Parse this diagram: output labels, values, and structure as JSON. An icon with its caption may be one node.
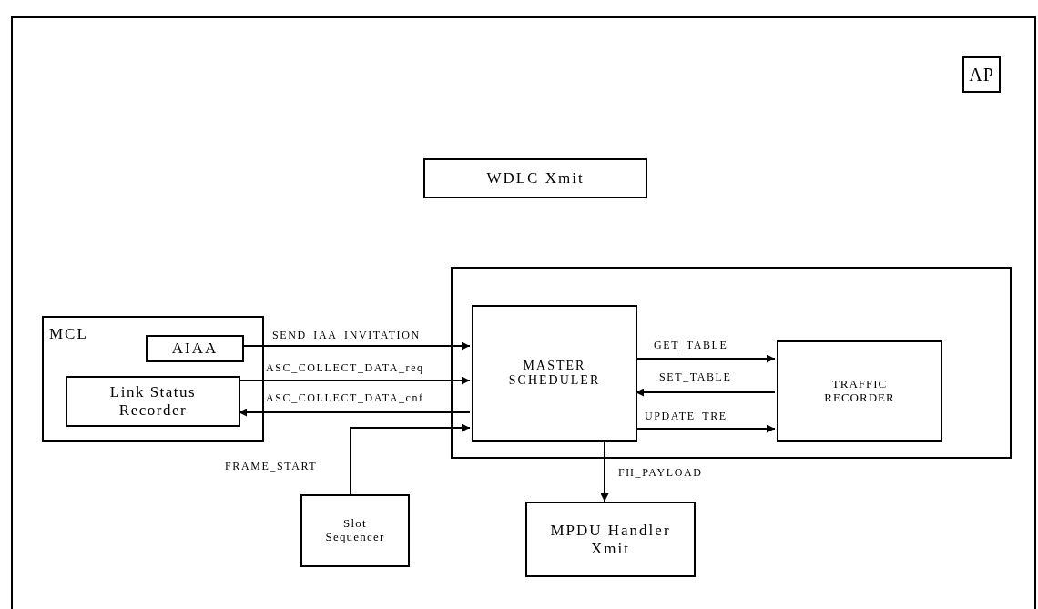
{
  "diagram": {
    "nodes": [
      {
        "text": [
          "AP"
        ]
      },
      {
        "text": [
          "WDLC Xmit"
        ]
      },
      {
        "text": [
          "MCL"
        ]
      },
      {
        "text": [
          "AIAA"
        ],
        "in": 2
      },
      {
        "text": [
          "Link Status Recorder"
        ],
        "in": 2
      },
      {
        "text": [],
        "shape": "box"
      },
      {
        "text": [
          "MASTER SCHEDULER"
        ],
        "in": 5
      },
      {
        "text": [
          "TRAFFIC RECORDER"
        ],
        "in": 5
      },
      {
        "text": [
          "Slot Sequencer"
        ]
      },
      {
        "text": [
          "MPDU Handler Xmit"
        ]
      }
    ],
    "edges": [
      {
        "from": 3,
        "to": 6,
        "arrow": "to",
        "label": "SEND_IAA_INVITATION"
      },
      {
        "from": 4,
        "to": 6,
        "arrow": "to",
        "label": "ASC_COLLECT_DATA_req"
      },
      {
        "from": 6,
        "to": 4,
        "arrow": "to",
        "label": "ASC_COLLECT_DATA_cnf"
      },
      {
        "from": 8,
        "to": 6,
        "arrow": "to",
        "label": "FRAME_START"
      },
      {
        "from": 6,
        "to": 7,
        "arrow": "to",
        "label": "GET_TABLE"
      },
      {
        "from": 7,
        "to": 6,
        "arrow": "to",
        "label": "SET_TABLE"
      },
      {
        "from": 6,
        "to": 7,
        "arrow": "to",
        "label": "UPDATE_TRE"
      },
      {
        "from": 6,
        "to": 9,
        "arrow": "to",
        "label": "FH_PAYLOAD"
      }
    ]
  }
}
